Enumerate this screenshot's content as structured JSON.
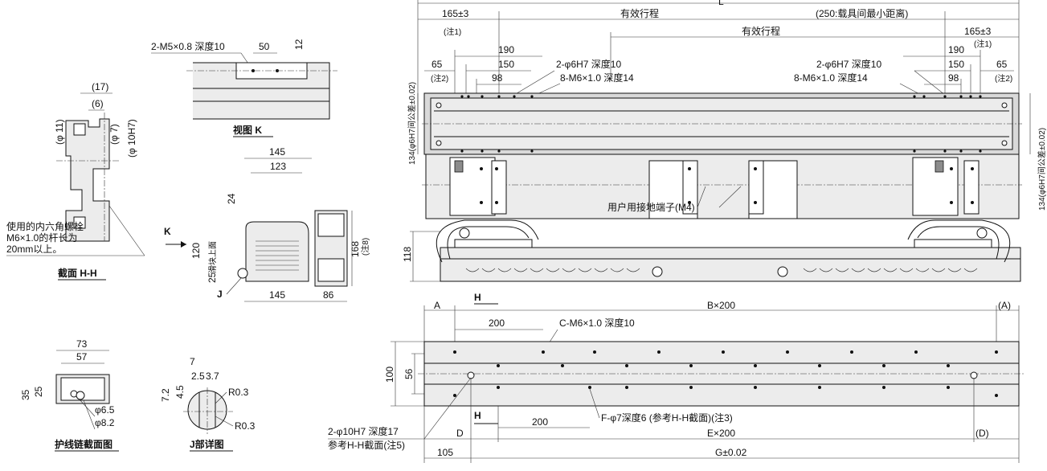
{
  "dims": {
    "L": "L",
    "d165_3_left": "165±3",
    "note1_left": "(注1)",
    "stroke_top": "有效行程",
    "min_dist": "(250:载具间最小距离)",
    "stroke_mid": "有效行程",
    "d165_3_right": "165±3",
    "note1_right": "(注1)",
    "d190_l": "190",
    "d150_l": "150",
    "d98_l": "98",
    "d65_l": "65",
    "note2_l": "(注2)",
    "d190_r": "190",
    "d150_r": "150",
    "d98_r": "98",
    "d65_r": "65",
    "note2_r": "(注2)",
    "pin_l": "2-φ6H7 深度10",
    "tap_l": "8-M6×1.0 深度14",
    "pin_r": "2-φ6H7 深度10",
    "tap_r": "8-M6×1.0 深度14",
    "tol_l": "134(φ6H7间公差±0.02)",
    "tol_r": "134(φ6H7间公差±0.02)",
    "ground": "用户用接地端子(M4)",
    "d118": "118",
    "A": "A",
    "Bx200": "B×200",
    "A_paren": "(A)",
    "d200_top": "200",
    "c_tap": "C-M6×1.0 深度10",
    "d100": "100",
    "d56": "56",
    "H_top": "H",
    "H_bot": "H",
    "d200_bot": "200",
    "f_hole": "F-φ7深度6 (参考H-H截面)(注3)",
    "pin_base": "2-φ10H7 深度17",
    "ref_hh": "参考H-H截面(注5)",
    "D": "D",
    "Ex200": "E×200",
    "D_paren": "(D)",
    "d105": "105",
    "G": "G±0.02"
  },
  "viewK": {
    "tap": "2-M5×0.8 深度10",
    "d50": "50",
    "d12": "12",
    "title": "视图 K"
  },
  "section": {
    "d17": "(17)",
    "d6": "(6)",
    "d11": "(φ 11)",
    "d7": "(φ 7)",
    "d10h7": "(φ 10H7)",
    "note_l1": "使用的内六角螺栓",
    "note_l2": "M6×1.0的杆长为",
    "note_l3": "20mm以上。",
    "title": "截面 H-H"
  },
  "front": {
    "d145_top": "145",
    "d123": "123",
    "d24": "24",
    "d120": "120",
    "slide_label": "滑块上面",
    "d25": "25",
    "d145_bot": "145",
    "d86": "86",
    "d168": "168",
    "note8": "(注8)",
    "K": "K",
    "J": "J"
  },
  "chain": {
    "d73": "73",
    "d57": "57",
    "d35": "35",
    "d25": "25",
    "d65": "φ6.5",
    "d82": "φ8.2",
    "title": "护线链截面图"
  },
  "jdetail": {
    "d7": "7",
    "d25": "2.5",
    "d37": "3.7",
    "d72": "7.2",
    "d45": "4.5",
    "r03a": "R0.3",
    "r03b": "R0.3",
    "title": "J部详图"
  }
}
